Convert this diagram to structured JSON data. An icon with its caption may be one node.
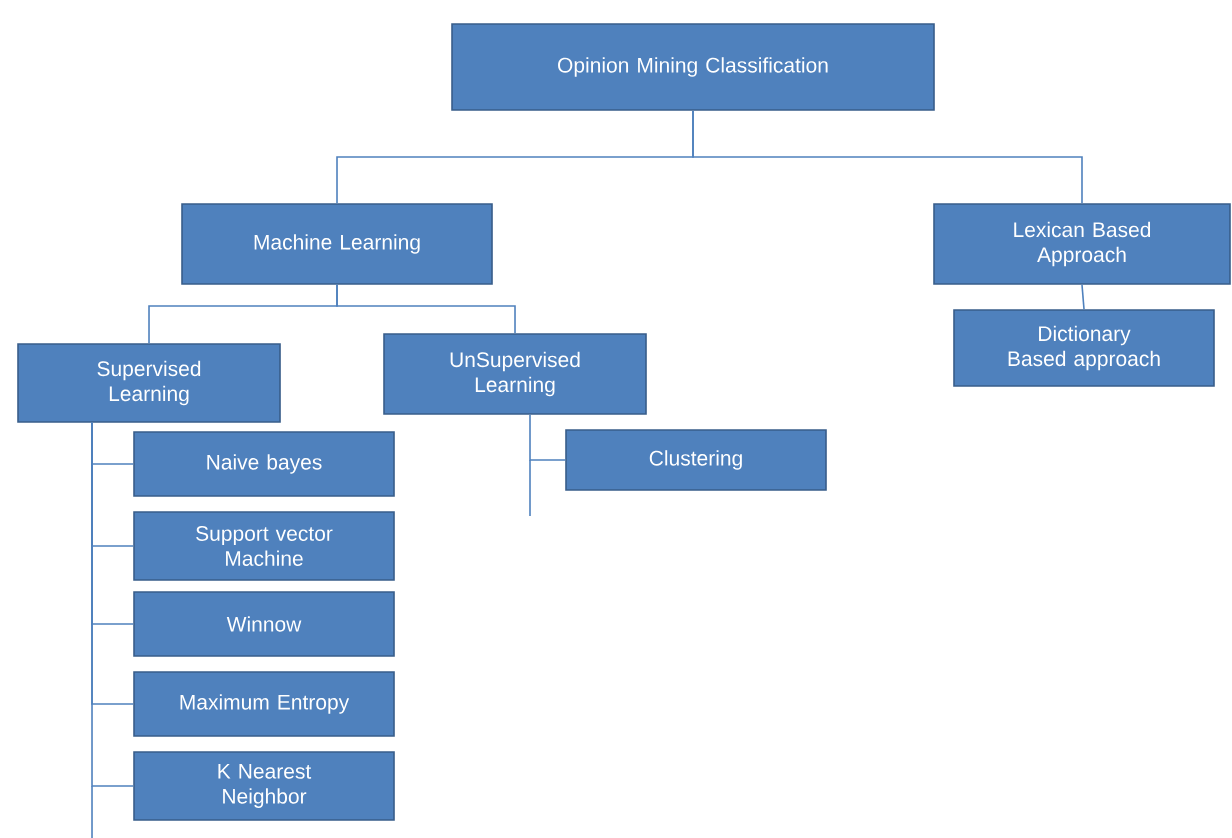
{
  "diagram": {
    "nodes": [
      {
        "text": [
          "Opinion Mining Classification"
        ]
      },
      {
        "text": [
          "Machine Learning"
        ]
      },
      {
        "text": [
          "Lexican Based Approach"
        ]
      },
      {
        "text": [
          "Supervised Learning"
        ]
      },
      {
        "text": [
          "UnSupervised Learning"
        ]
      },
      {
        "text": [
          "Dictionary Based approach"
        ]
      },
      {
        "text": [
          "Clustering"
        ]
      },
      {
        "text": [
          "Naive bayes"
        ]
      },
      {
        "text": [
          "Support vector Machine"
        ]
      },
      {
        "text": [
          "Winnow"
        ]
      },
      {
        "text": [
          "Maximum Entropy"
        ]
      },
      {
        "text": [
          "K Nearest Neighbor"
        ]
      }
    ],
    "edges": [
      {
        "from": 0,
        "to": 1,
        "arrow": "none"
      },
      {
        "from": 0,
        "to": 2,
        "arrow": "none"
      },
      {
        "from": 1,
        "to": 3,
        "arrow": "none"
      },
      {
        "from": 1,
        "to": 4,
        "arrow": "none"
      },
      {
        "from": 2,
        "to": 5,
        "arrow": "none"
      },
      {
        "from": 4,
        "to": 6,
        "arrow": "none"
      },
      {
        "from": 3,
        "to": 7,
        "arrow": "none"
      },
      {
        "from": 3,
        "to": 8,
        "arrow": "none"
      },
      {
        "from": 3,
        "to": 9,
        "arrow": "none"
      },
      {
        "from": 3,
        "to": 10,
        "arrow": "none"
      },
      {
        "from": 3,
        "to": 11,
        "arrow": "none"
      }
    ]
  }
}
